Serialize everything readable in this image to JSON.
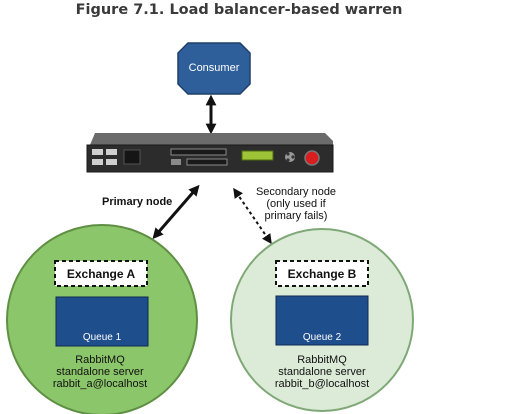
{
  "figure": {
    "title": "Figure 7.1. Load balancer-based warren"
  },
  "consumer": {
    "label": "Consumer"
  },
  "links": {
    "primary": "Primary node",
    "secondary_line1": "Secondary node",
    "secondary_line2": "(only used if",
    "secondary_line3": "primary fails)"
  },
  "node_a": {
    "exchange": "Exchange A",
    "queue": "Queue 1",
    "line1": "RabbitMQ",
    "line2": "standalone server",
    "line3": "rabbit_a@localhost"
  },
  "node_b": {
    "exchange": "Exchange B",
    "queue": "Queue 2",
    "line1": "RabbitMQ",
    "line2": "standalone server",
    "line3": "rabbit_b@localhost"
  },
  "colors": {
    "node_a_fill": "#8cc66a",
    "node_b_fill": "#dcebd8",
    "queue_fill": "#1f4e8c",
    "consumer_fill": "#2f5f9a",
    "title_color": "#3a3a3a"
  }
}
